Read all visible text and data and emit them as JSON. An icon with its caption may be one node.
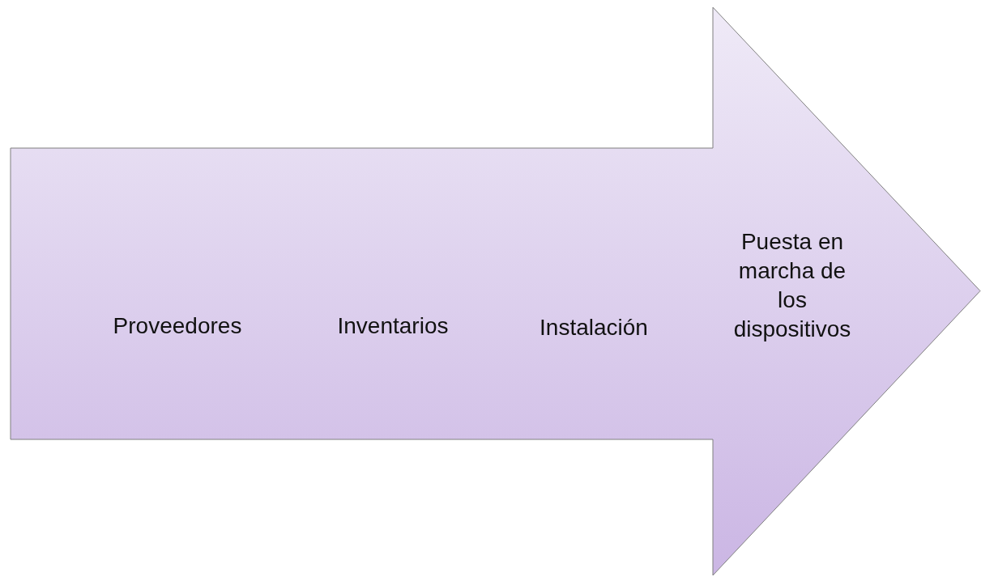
{
  "diagram": {
    "nodes": [
      {
        "text": [
          "Proveedores",
          "Inventarios",
          "Instalación",
          "Puesta en marcha de los dispositivos"
        ]
      }
    ]
  }
}
